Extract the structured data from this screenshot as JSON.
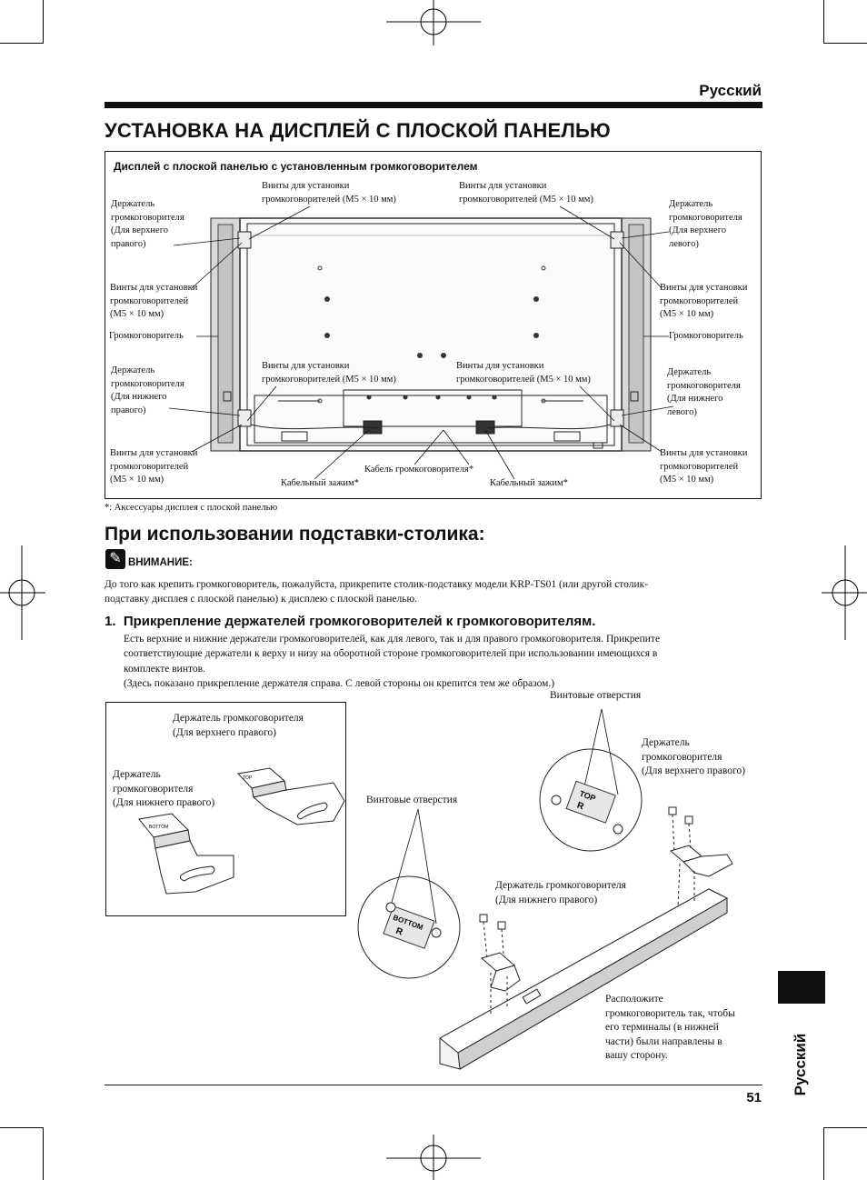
{
  "header": {
    "language": "Русский"
  },
  "title": "УСТАНОВКА НА ДИСПЛЕЙ С ПЛОСКОЙ ПАНЕЛЬЮ",
  "figure1": {
    "caption": "Дисплей с плоской панелью с установленным громкоговорителем",
    "labels": {
      "holder_upper_right": "Держатель\nгромкоговорителя\n(Для верхнего\nправого)",
      "screws_top_left": "Винты для установки\nгромкоговорителей (M5 × 10 мм)",
      "screws_top_right": "Винты для установки\nгромкоговорителей (M5 × 10 мм)",
      "holder_upper_left": "Держатель\nгромкоговорителя\n(Для верхнего\nлевого)",
      "screws_left_upper": "Винты для установки\nгромкоговорителей\n(M5 × 10 мм)",
      "screws_right_upper": "Винты для установки\nгромкоговорителей\n(M5 × 10 мм)",
      "speaker_left": "Громкоговоритель",
      "speaker_right": "Громкоговоритель",
      "holder_lower_right": "Держатель\nгромкоговорителя\n(Для нижнего\nправого)",
      "screws_mid_left": "Винты для установки\nгромкоговорителей (M5 × 10 мм)",
      "screws_mid_right": "Винты для установки\nгромкоговорителей (M5 × 10 мм)",
      "holder_lower_left": "Держатель\nгромкоговорителя\n(Для нижнего\nлевого)",
      "screws_left_lower": "Винты для установки\nгромкоговорителей\n(M5 × 10 мм)",
      "speaker_cable": "Кабель громкоговорителя*",
      "screws_right_lower": "Винты для установки\nгромкоговорителей\n(M5 × 10 мм)",
      "clamp_left": "Кабельный зажим*",
      "clamp_right": "Кабельный зажим*"
    },
    "footnote": "*: Аксессуары дисплея с плоской панелью"
  },
  "section2": {
    "heading": "При использовании подставки-столика:",
    "note_label": "ВНИМАНИЕ:",
    "note_text": "До того как крепить громкоговоритель, пожалуйста, прикрепите столик-подставку модели KRP-TS01 (или другой столик-\nподставку дисплея с плоской панелью) к дисплею с плоской панелью.",
    "step_heading": "1.  Прикрепление держателей громкоговорителей к громкоговорителям.",
    "step_text": "Есть верхние и нижние держатели громкоговорителей, как для левого, так и для правого громкоговорителя. Прикрепите\nсоответствующие держатели к верху и низу на оборотной стороне громкоговорителей при использовании имеющихся в\nкомплекте винтов.\n(Здесь показано прикрепление держателя справа. С левой стороны он крепится тем же образом.)"
  },
  "figure2": {
    "holder_upper_right": "Держатель громкоговорителя\n(Для верхнего правого)",
    "holder_lower_right": "Держатель\nгромкоговорителя\n(Для нижнего правого)",
    "tag_top": "TOP",
    "tag_bottom": "BOTTOM",
    "tag_r": "R"
  },
  "figure3": {
    "screw_holes_top": "Винтовые отверстия",
    "holder_upper_right": "Держатель\nгромкоговорителя\n(Для верхнего правого)",
    "screw_holes_left": "Винтовые отверстия",
    "holder_lower_right": "Держатель громкоговорителя\n(Для нижнего правого)",
    "position_note": "Расположите\nгромкоговоритель так, чтобы\nего терминалы (в нижней\nчасти) были направлены в\nвашу сторону.",
    "tag_top": "TOP",
    "tag_bottom": "BOTTOM",
    "tag_r": "R"
  },
  "footer": {
    "page_number": "51",
    "side_language": "Русский"
  }
}
